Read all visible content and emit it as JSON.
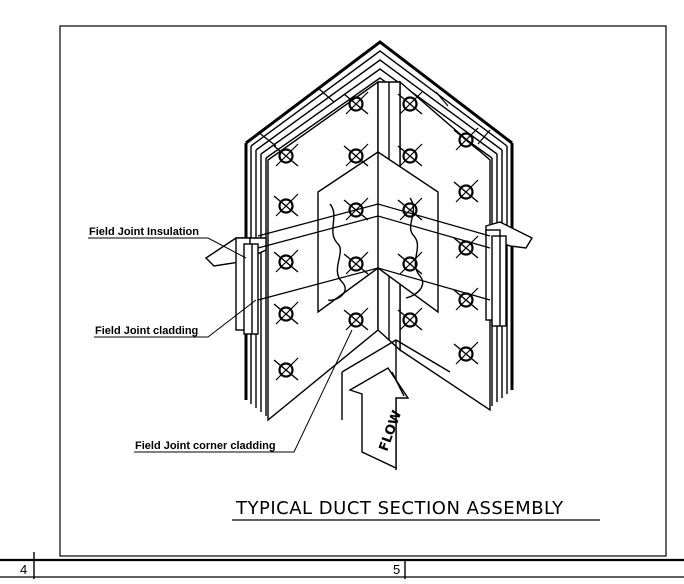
{
  "drawing": {
    "title": "TYPICAL DUCT SECTION ASSEMBLY",
    "flow_label": "FLOW",
    "callouts": {
      "insulation": "Field Joint Insulation",
      "cladding": "Field Joint cladding",
      "corner_cladding": "Field Joint corner cladding"
    },
    "title_block": {
      "left_number": "4",
      "center_number": "5"
    }
  },
  "colors": {
    "ink": "#000000",
    "paper": "#ffffff"
  }
}
